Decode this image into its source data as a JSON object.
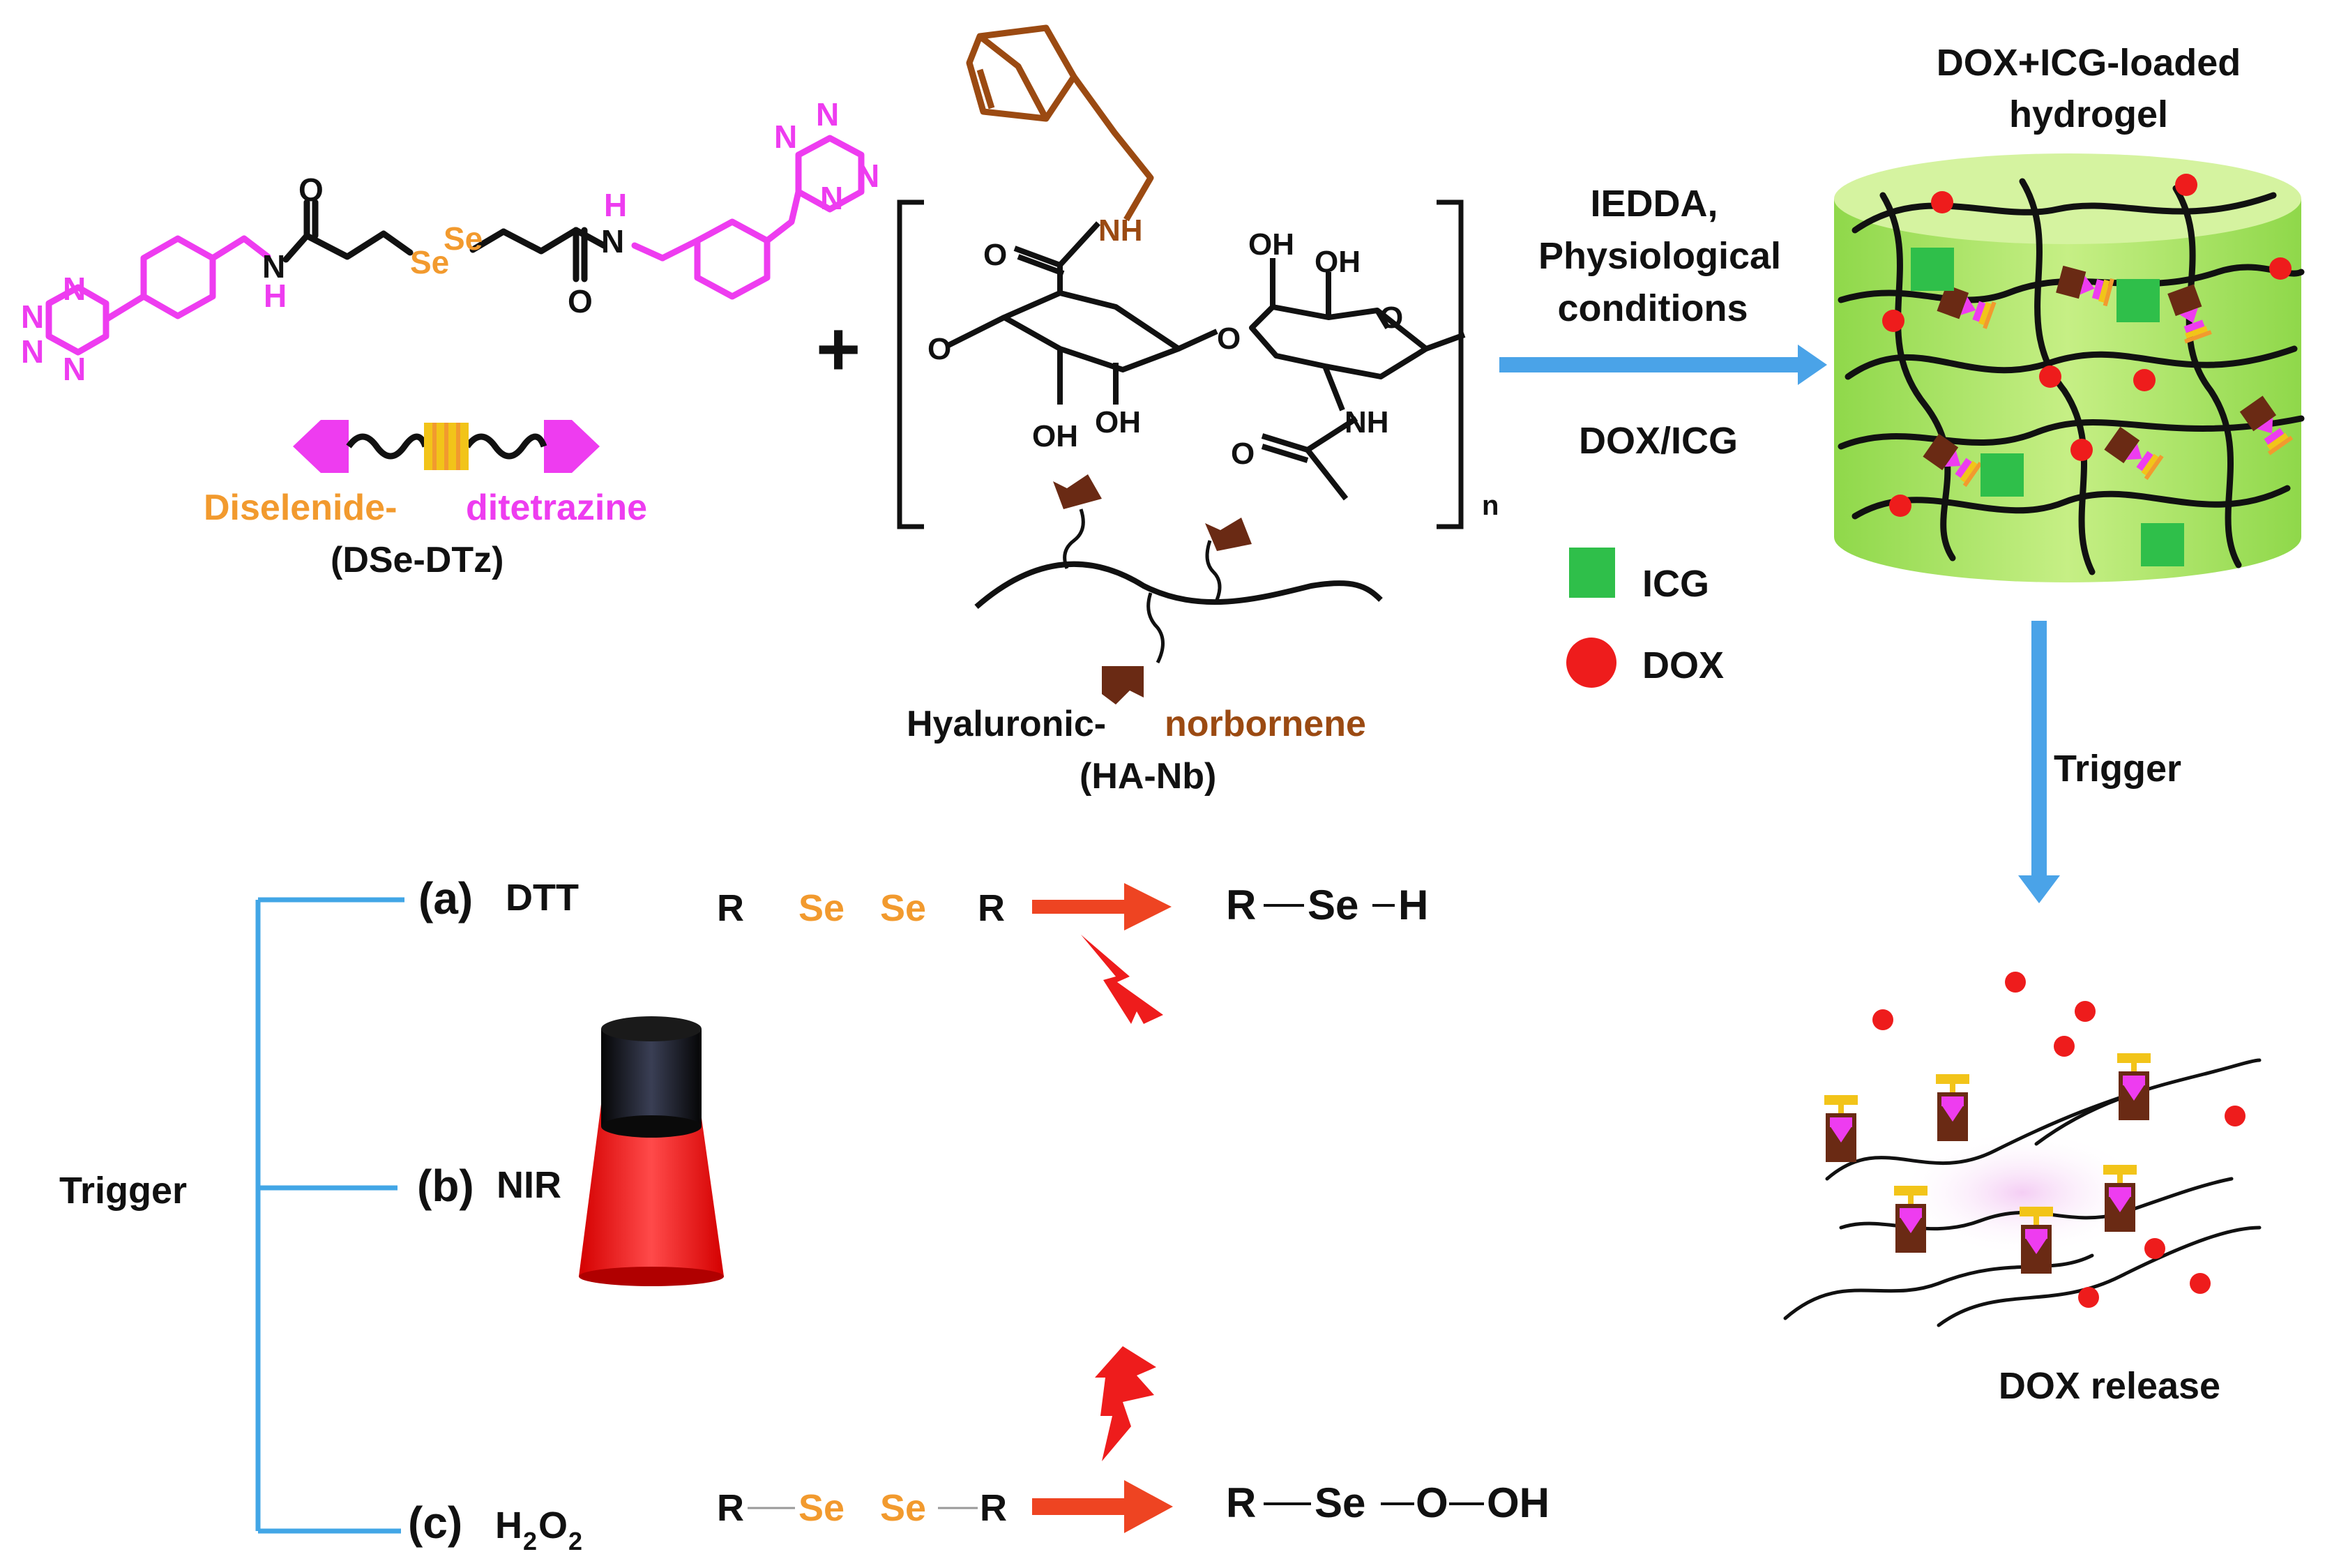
{
  "colors": {
    "magenta": "#ee3cf0",
    "orange": "#f29a2e",
    "brown": "#9b4a12",
    "blue_line": "#42a6e6",
    "arrow_blue": "#4aa3e8",
    "red": "#ee1c1c",
    "green": "#2fbf4a",
    "gel_green": "#a6e25a",
    "dark_brown": "#6a2a14",
    "text": "#111111"
  },
  "crosslinker": {
    "atom_o": "O",
    "atom_n": "N",
    "atom_h": "H",
    "atom_nh": "NH",
    "atom_se": "Se",
    "atom_se2": "Se",
    "name_part1": "Diselenide-",
    "name_part2": "ditetrazine",
    "abbrev": "(DSe-DTz)"
  },
  "polymer": {
    "plus": "+",
    "nh": "NH",
    "o": "O",
    "oh": "OH",
    "subscript_n": "n",
    "name_part1": "Hyaluronic-",
    "name_part2": "norbornene",
    "abbrev": "(HA-Nb)"
  },
  "reaction": {
    "line1": "IEDDA,",
    "line2": "Physiological",
    "line3": "conditions",
    "reagent": "DOX/ICG"
  },
  "legend": {
    "icg": "ICG",
    "dox": "DOX"
  },
  "hydrogel": {
    "title_line1": "DOX+ICG-loaded",
    "title_line2": "hydrogel"
  },
  "trigger_arrow_label": "Trigger",
  "release_label": "DOX release",
  "triggers": {
    "root_label": "Trigger",
    "a": {
      "prefix": "(a)",
      "label": "DTT"
    },
    "b": {
      "prefix": "(b)",
      "label": "NIR"
    },
    "c": {
      "prefix": "(c)",
      "label_main": "H",
      "sub1": "2",
      "label_o": "O",
      "sub2": "2"
    }
  },
  "equations": {
    "a": {
      "r1": "R",
      "se1": "Se",
      "se2": "Se",
      "r2": "R",
      "product_r": "R",
      "product_se": "Se",
      "product_h": "H"
    },
    "c": {
      "r1": "R",
      "se1": "Se",
      "se2": "Se",
      "r2": "R",
      "product_r": "R",
      "product_se": "Se",
      "product_o": "O",
      "product_oh": "OH"
    }
  }
}
